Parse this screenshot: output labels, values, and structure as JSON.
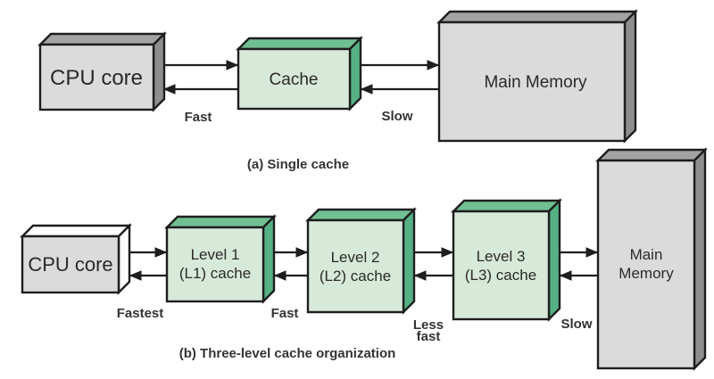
{
  "colors": {
    "green_front": "#d7e9d8",
    "green_top": "#70bf92",
    "green_side": "#55b184",
    "gray_front": "#dbdbdb",
    "gray_top": "#a3a3a3",
    "gray_side": "#8e8e8e",
    "white_face": "#fdfdfd",
    "outline": "#1e1e1e"
  },
  "panel_a": {
    "caption": "(a) Single cache",
    "cpu_label": "CPU core",
    "cache_label": "Cache",
    "memory_label": "Main Memory",
    "speed_cpu_cache": "Fast",
    "speed_cache_memory": "Slow"
  },
  "panel_b": {
    "caption": "(b) Three-level cache organization",
    "cpu_label": "CPU core",
    "l1_label_line1": "Level 1",
    "l1_label_line2": "(L1) cache",
    "l2_label_line1": "Level 2",
    "l2_label_line2": "(L2) cache",
    "l3_label_line1": "Level 3",
    "l3_label_line2": "(L3) cache",
    "memory_label_line1": "Main",
    "memory_label_line2": "Memory",
    "speed_cpu_l1": "Fastest",
    "speed_l1_l2": "Fast",
    "speed_l2_l3_line1": "Less",
    "speed_l2_l3_line2": "fast",
    "speed_l3_memory": "Slow"
  }
}
